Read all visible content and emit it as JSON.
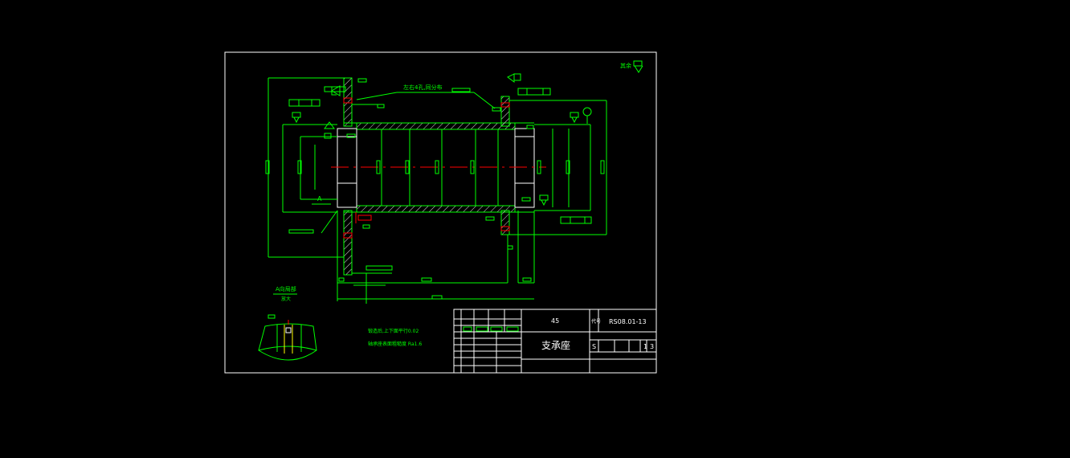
{
  "drawing": {
    "background_color": "#000000",
    "line_color": "#00ff00",
    "border_color": "#ffffff",
    "centerline_color": "#ff0000",
    "accent_color": "#ffff00",
    "note_top": "左右4孔,同分布",
    "section_label": "A向局部",
    "section_sublabel": "放大",
    "datum_label": "A",
    "roughness_other": "其余",
    "tech_notes": [
      "锻造后,上下面平行0.02",
      "轴承座表面粗糙度 Ra1.6"
    ]
  },
  "title_block": {
    "material": "45",
    "part_name": "支承座",
    "drawing_code": "RS08.01-13",
    "code_label": "代号",
    "scale_label": "S",
    "quantity": "1",
    "scale": "3"
  }
}
